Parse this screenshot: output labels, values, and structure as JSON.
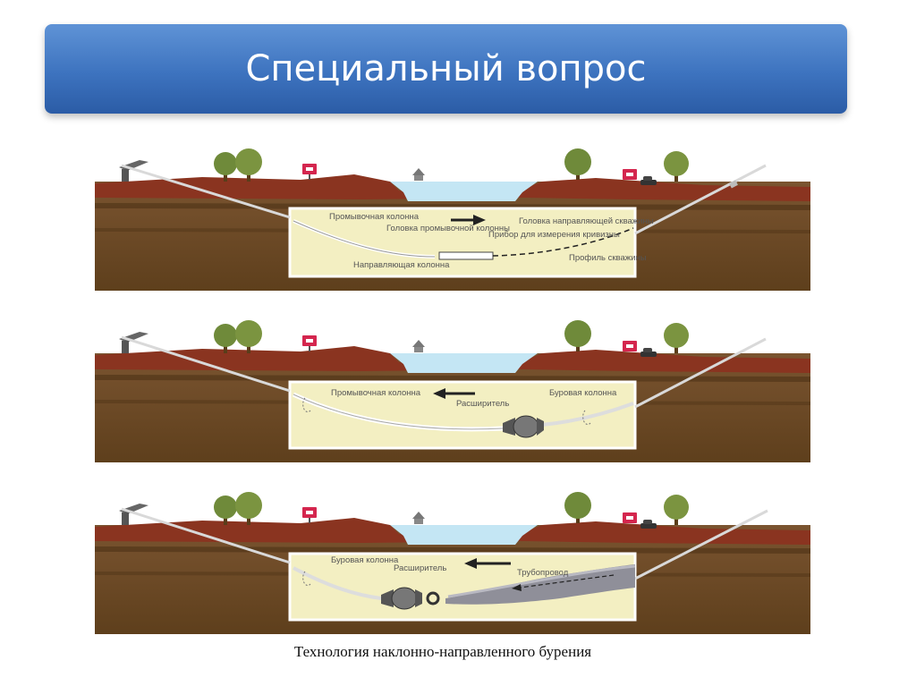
{
  "slide": {
    "title": "Специальный вопрос",
    "caption": "Технология наклонно-направленного бурения",
    "colors": {
      "title_bar": "#3d73bf",
      "water": "#c4e6f4",
      "tunnel": "#f3efc2",
      "soil": "#6b4a22",
      "ground_red": "#8a3420",
      "tree": "#6f8a3a",
      "sign": "#d4264e"
    }
  },
  "stages": [
    {
      "stage": "pilot-drilling",
      "arrow_direction": "right",
      "labels": {
        "wash_string": "Промывочная колонна",
        "wash_head": "Головка промывочной колонны",
        "survey_tool": "Прибор для измерения кривизны",
        "pilot_head": "Головка направляющей скважины",
        "bore_profile": "Профиль скважины",
        "pilot_string": "Направляющая колонна"
      }
    },
    {
      "stage": "reaming",
      "arrow_direction": "left",
      "labels": {
        "wash_string": "Промывочная колонна",
        "reamer": "Расширитель",
        "drill_string": "Буровая колонна"
      }
    },
    {
      "stage": "pullback",
      "arrow_direction": "left",
      "labels": {
        "drill_string": "Буровая колонна",
        "reamer": "Расширитель",
        "pipeline": "Трубопровод"
      }
    }
  ]
}
